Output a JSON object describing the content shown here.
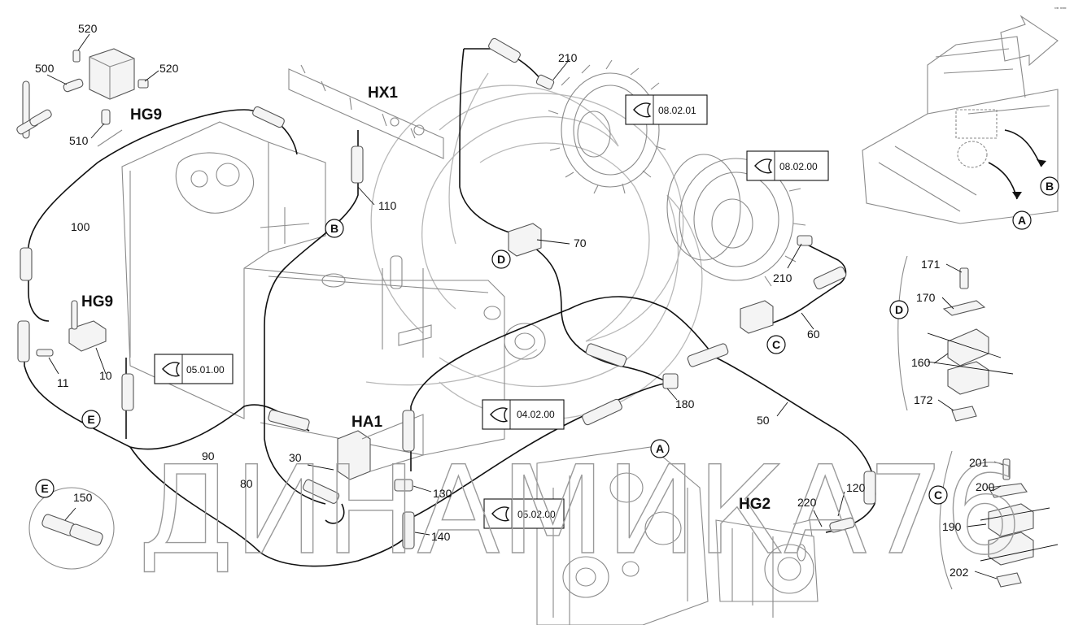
{
  "diagram": {
    "watermark": "ДИНАМИКА76",
    "corner_mark": "▫▫ ▫▫▫",
    "codes": [
      "HG9",
      "HX1",
      "HG9",
      "HA1",
      "HG2"
    ],
    "numbers": [
      "520",
      "500",
      "520",
      "510",
      "100",
      "110",
      "11",
      "10",
      "90",
      "80",
      "30",
      "130",
      "140",
      "150",
      "210",
      "70",
      "210",
      "60",
      "180",
      "50",
      "120",
      "220",
      "171",
      "170",
      "160",
      "172",
      "201",
      "200",
      "190",
      "202"
    ],
    "circle_letters": [
      "B",
      "D",
      "C",
      "E",
      "A",
      "E",
      "A",
      "B",
      "D",
      "C"
    ],
    "references": [
      "08.02.01",
      "08.02.00",
      "05.01.00",
      "04.02.00",
      "05.02.00"
    ]
  }
}
